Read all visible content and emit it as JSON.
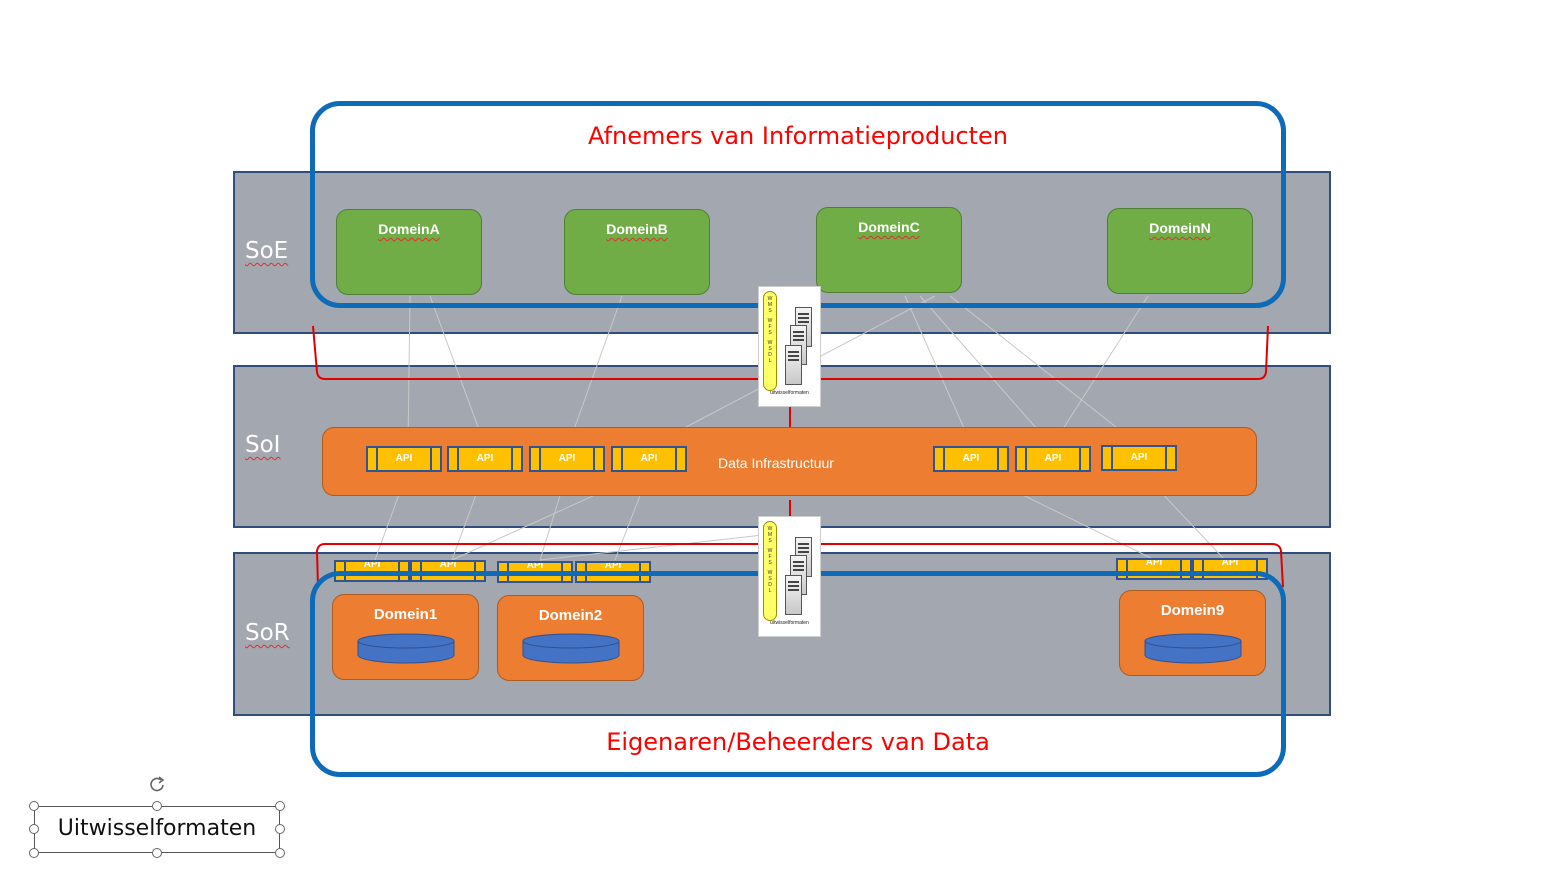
{
  "layers": {
    "soe": "SoE",
    "soi": "SoI",
    "sor": "SoR"
  },
  "consumers_title": "Afnemers van Informatieproducten",
  "owners_title": "Eigenaren/Beheerders van Data",
  "soe_domains": [
    "DomeinA",
    "DomeinB",
    "DomeinC",
    "DomeinN"
  ],
  "data_infrastructure": "Data Infrastructuur",
  "api_label": "API",
  "sor_domains": [
    "Domein1",
    "Domein2",
    "Domein9"
  ],
  "service_card": {
    "protocols": [
      "WMS",
      "WFS",
      "WSDL"
    ],
    "caption": "uitwisselformaten"
  },
  "textbox_label": "Uitwisselformaten",
  "colors": {
    "band": "#a2a7b0",
    "frame": "#0e6bb8",
    "green_domain": "#70ad47",
    "orange": "#ed7d31",
    "api": "#ffc000",
    "title_red": "#ff0000",
    "bracket_red": "#e00000"
  }
}
